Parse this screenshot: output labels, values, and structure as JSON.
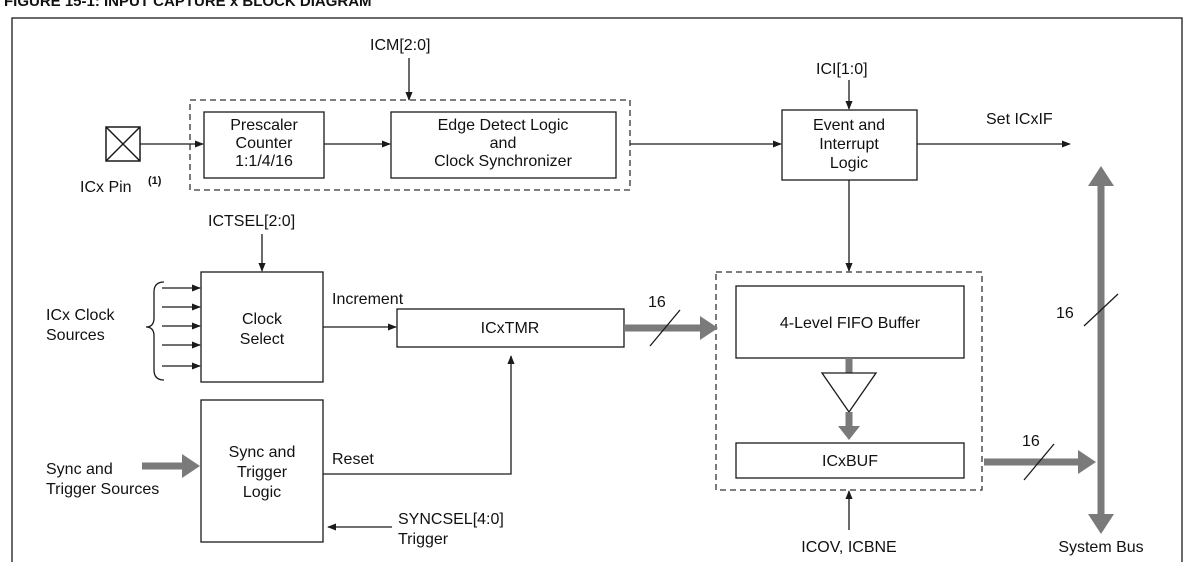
{
  "figure": {
    "title": "FIGURE 15-1: INPUT CAPTURE x BLOCK DIAGRAM"
  },
  "blocks": {
    "prescaler": [
      "Prescaler",
      "Counter",
      "1:1/4/16"
    ],
    "edge_detect": [
      "Edge Detect Logic",
      "and",
      "Clock Synchronizer"
    ],
    "event_interrupt": [
      "Event and",
      "Interrupt",
      "Logic"
    ],
    "clock_select": [
      "Clock",
      "Select"
    ],
    "icxtmr": "ICxTMR",
    "sync_trigger": [
      "Sync and",
      "Trigger",
      "Logic"
    ],
    "fifo": "4-Level FIFO Buffer",
    "icxbuf": "ICxBUF"
  },
  "signals": {
    "icm": "ICM[2:0]",
    "ici": "ICI[1:0]",
    "set_icxif": "Set ICxIF",
    "icx_pin": "ICx Pin",
    "icx_pin_note": "(1)",
    "ictsel": "ICTSEL[2:0]",
    "clock_sources": [
      "ICx Clock",
      "Sources"
    ],
    "increment": "Increment",
    "reset": "Reset",
    "sync_sources": [
      "Sync and",
      "Trigger Sources"
    ],
    "syncsel": [
      "SYNCSEL[4:0]",
      "Trigger"
    ],
    "icov_icbne": "ICOV, ICBNE",
    "system_bus": "System Bus",
    "width_tmr": "16",
    "width_buf": "16",
    "width_bus": "16"
  }
}
